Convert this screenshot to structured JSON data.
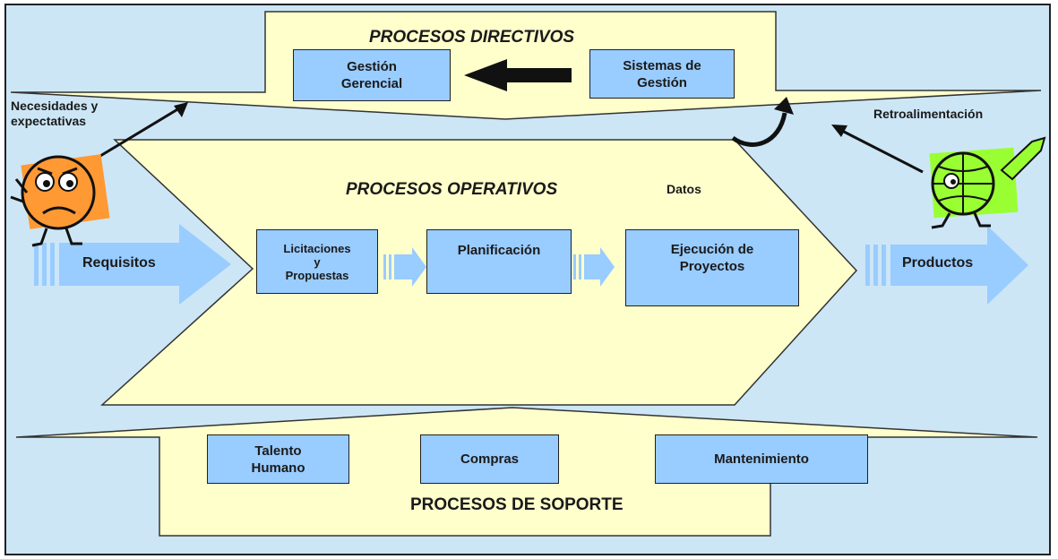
{
  "colors": {
    "background": "#cce6f6",
    "panel": "#ffffcc",
    "box": "#99ccff",
    "arrow": "#99ccff",
    "outline": "#1f1f1f"
  },
  "directivos": {
    "title": "PROCESOS DIRECTIVOS",
    "gestion_gerencial": "Gestión\nGerencial",
    "sistemas_gestion": "Sistemas de\nGestión"
  },
  "operativos": {
    "title": "PROCESOS OPERATIVOS",
    "datos": "Datos",
    "licitaciones": "Licitaciones\ny\nPropuestas",
    "planificacion": "Planificación",
    "ejecucion": "Ejecución de\nProyectos"
  },
  "soporte": {
    "title": "PROCESOS  DE SOPORTE",
    "talento": "Talento\nHumano",
    "compras": "Compras",
    "mantenimiento": "Mantenimiento"
  },
  "labels": {
    "necesidades": "Necesidades   y\nexpectativas",
    "retroalimentacion": "Retroalimentación",
    "requisitos": "Requisitos",
    "productos": "Productos"
  },
  "icons": {
    "customer": "worried-face-icon",
    "result": "happy-globe-icon"
  }
}
